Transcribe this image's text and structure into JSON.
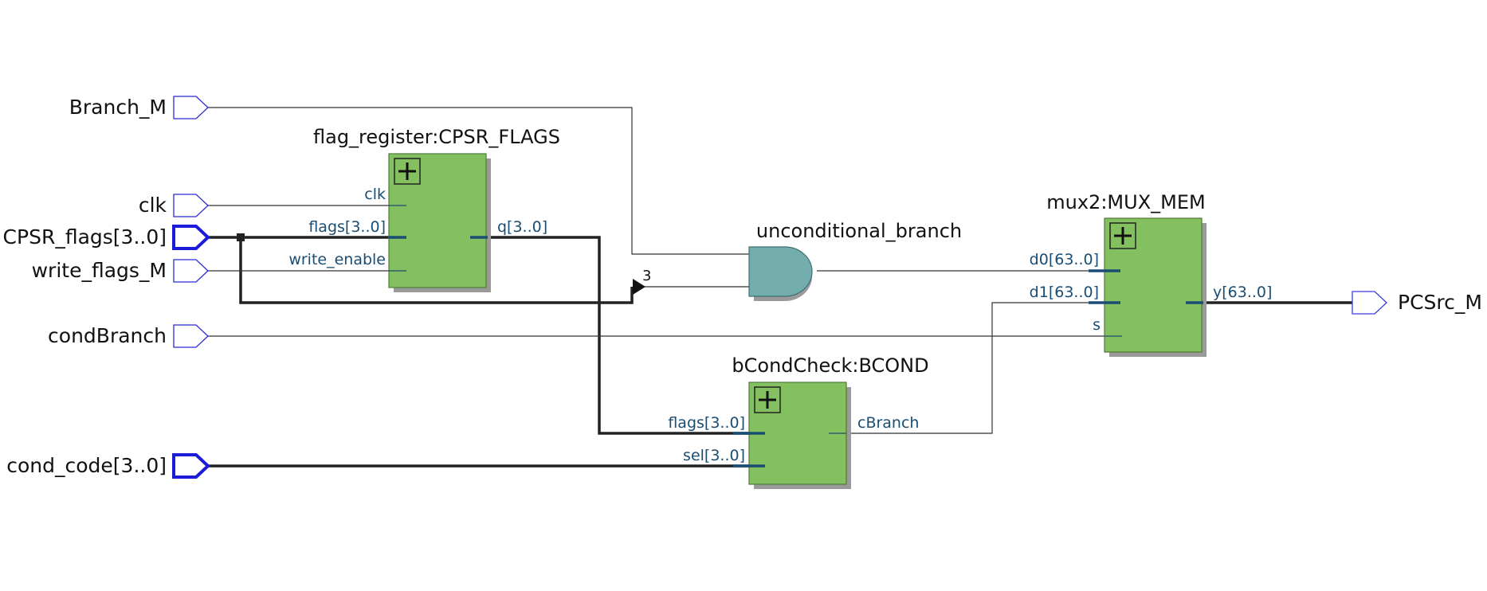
{
  "ports": {
    "inputs": [
      "Branch_M",
      "clk",
      "CPSR_flags[3..0]",
      "write_flags_M",
      "condBranch",
      "cond_code[3..0]"
    ],
    "outputs": [
      "PCSrc_M"
    ]
  },
  "instances": {
    "flag_register": {
      "title": "flag_register:CPSR_FLAGS",
      "pins": {
        "clk": "clk",
        "flags": "flags[3..0]",
        "write_enable": "write_enable",
        "q": "q[3..0]"
      }
    },
    "and_gate": {
      "title": "unconditional_branch",
      "bit_index": "3"
    },
    "mux": {
      "title": "mux2:MUX_MEM",
      "pins": {
        "d0": "d0[63..0]",
        "d1": "d1[63..0]",
        "s": "s",
        "y": "y[63..0]"
      }
    },
    "bcond": {
      "title": "bCondCheck:BCOND",
      "pins": {
        "flags": "flags[3..0]",
        "sel": "sel[3..0]",
        "cbranch": "cBranch"
      }
    }
  },
  "colors": {
    "block_fill": "#85c060",
    "gate_fill": "#74adad",
    "port_stroke": "#1b1bd9",
    "pin_text": "#1a4d73"
  }
}
